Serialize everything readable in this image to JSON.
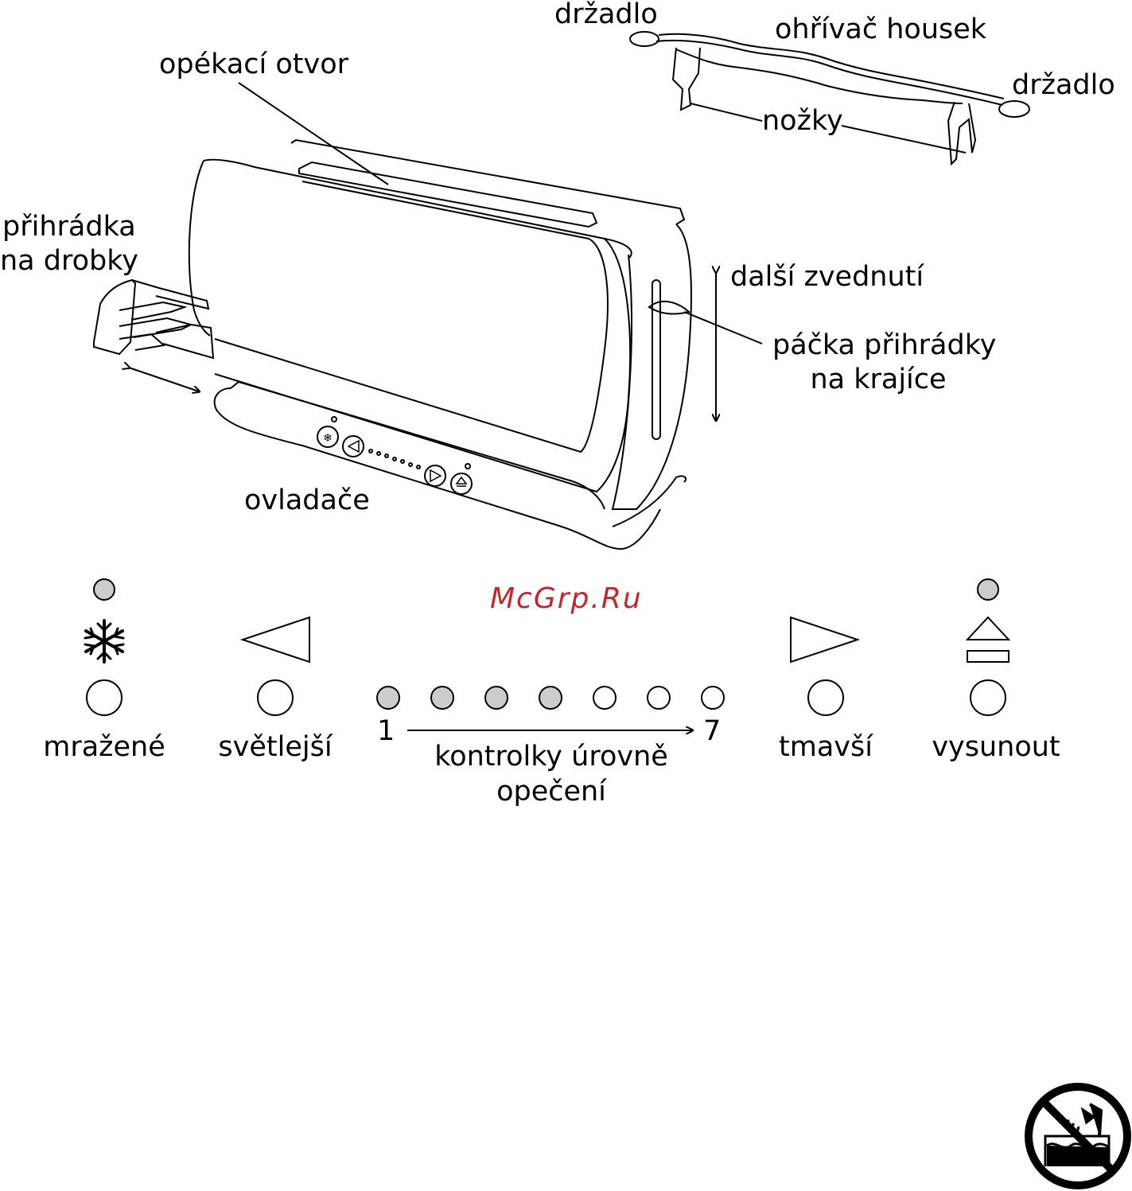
{
  "colors": {
    "line": "#000000",
    "indicator_fill": "#cccccc",
    "watermark": "#c0272d"
  },
  "labels": {
    "handle_left": "držadlo",
    "handle_right": "držadlo",
    "bun_warmer": "ohřívač housek",
    "legs": "nožky",
    "toasting_slot": "opékací otvor",
    "crumb_tray_line1": "přihrádka",
    "crumb_tray_line2": "na drobky",
    "extra_lift": "další zvednutí",
    "lever_line1": "páčka přihrádky",
    "lever_line2": "na krajíce",
    "controls": "ovladače"
  },
  "control_panel": {
    "frozen": "mražené",
    "lighter": "světlejší",
    "scale_min": "1",
    "scale_max": "7",
    "level_indicators_line1": "kontrolky úrovně",
    "level_indicators_line2": "opečení",
    "darker": "tmavší",
    "eject": "vysunout",
    "level_dots_lit": 4,
    "level_dots_total": 7
  },
  "icons": [
    "snowflake-icon",
    "triangle-left-icon",
    "triangle-right-icon",
    "eject-icon",
    "no-immersion-icon"
  ],
  "watermark": "McGrp.Ru"
}
